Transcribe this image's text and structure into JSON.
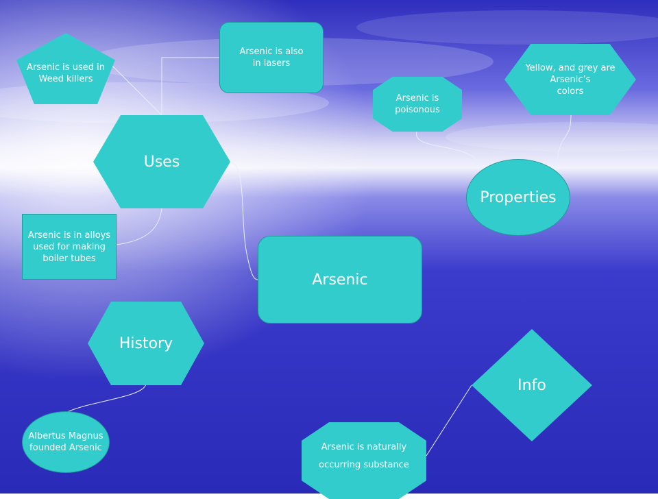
{
  "nodes": {
    "lasers": "Arsenic is also\nin lasers",
    "weed": "Arsenic is used in\nWeed killers",
    "uses": "Uses",
    "alloys": "Arsenic is in alloys\nused for making\nboiler tubes",
    "arsenic": "Arsenic",
    "history": "History",
    "albertus": "Albertus Magnus\nfounded Arsenic",
    "poison": "Arsenic is\npoisonous",
    "colors": "Yellow, and grey are\nArsenic’s\ncolors",
    "properties": "Properties",
    "info": "Info",
    "natural": "Arsenic is naturally\noccurring substance"
  },
  "colors": {
    "node_fill": "#33cccc",
    "node_text": "#ffffff",
    "connector": "#e8f0ff",
    "background_sky": "#3a3ad8",
    "background_sea": "#2b2bbf"
  }
}
